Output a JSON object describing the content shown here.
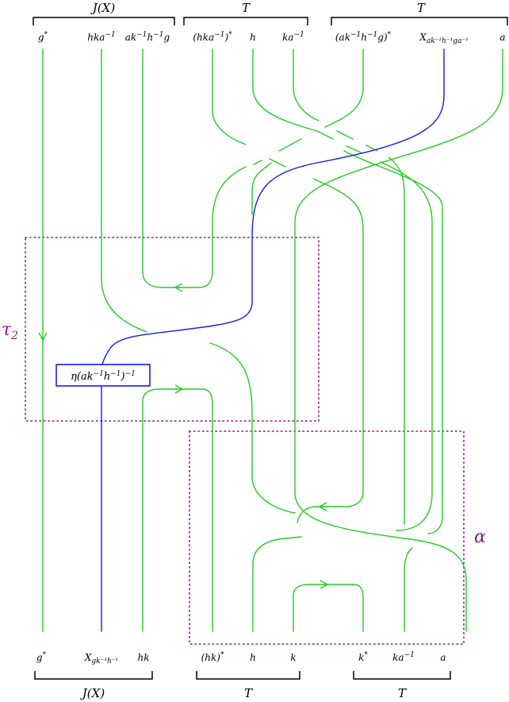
{
  "colors": {
    "green": "#22cc22",
    "blue": "#1a1aee",
    "purple": "#8b1a8b",
    "black": "#000000"
  },
  "top": {
    "brackets": [
      "J(X)",
      "T",
      "T"
    ],
    "labels": [
      "g*",
      "hka⁻¹",
      "ak⁻¹h⁻¹g",
      "(hka⁻¹)*",
      "h",
      "ka⁻¹",
      "(ak⁻¹h⁻¹g)*",
      "X_{ak⁻¹h⁻¹ga⁻¹}",
      "a"
    ]
  },
  "bottom": {
    "brackets": [
      "J(X)",
      "T",
      "T"
    ],
    "labels": [
      "g*",
      "X_{gk⁻¹h⁻¹}",
      "hk",
      "(hk)*",
      "h",
      "k",
      "k*",
      "ka⁻¹",
      "a"
    ]
  },
  "box_labels": {
    "tau": "τ₂",
    "alpha": "α"
  },
  "coupon": "η(ak⁻¹h⁻¹)⁻¹"
}
